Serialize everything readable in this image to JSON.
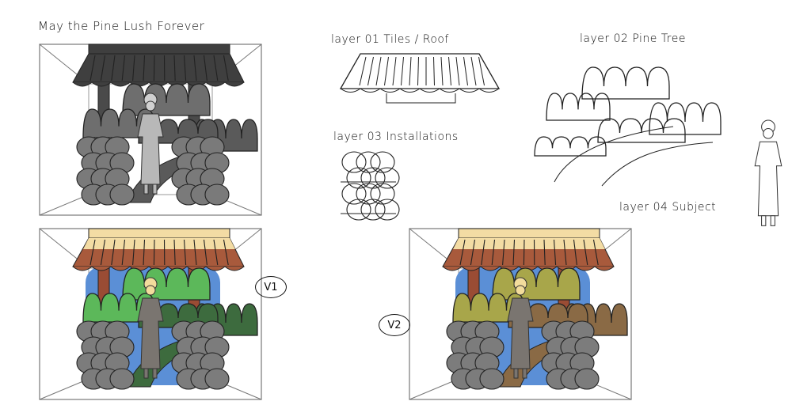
{
  "title": "May the Pine Lush Forever",
  "layers": [
    {
      "label": "layer 01  Tiles / Roof"
    },
    {
      "label": "layer 02  Pine Tree"
    },
    {
      "label": "layer 03  Installations"
    },
    {
      "label": "layer 04  Subject"
    }
  ],
  "versions": {
    "v1": "V1",
    "v2": "V2"
  },
  "palettes": {
    "sketch": {
      "roof": "#3f3f3f",
      "roofTop": "#3f3f3f",
      "bg": "#ffffff",
      "pillar": "#4a4a4a",
      "treeLight": "#6e6e6e",
      "treeDark": "#5a5a5a",
      "stones": "#7a7a7a",
      "figure": "#b8b8b8",
      "hair": "#d0d0d0"
    },
    "v1": {
      "roof": "#a85a3c",
      "roofTop": "#f3dca4",
      "bg": "#5b8fd6",
      "pillar": "#9a4c34",
      "treeLight": "#5cb85a",
      "treeDark": "#3d6b3e",
      "stones": "#7c7c7c",
      "figure": "#7a7570",
      "hair": "#f2dc9c"
    },
    "v2": {
      "roof": "#a85a3c",
      "roofTop": "#f3dca4",
      "bg": "#5b8fd6",
      "pillar": "#9a4c34",
      "treeLight": "#a8a64a",
      "treeDark": "#8a6a45",
      "stones": "#7c7c7c",
      "figure": "#7a7570",
      "hair": "#f2dc9c"
    }
  }
}
